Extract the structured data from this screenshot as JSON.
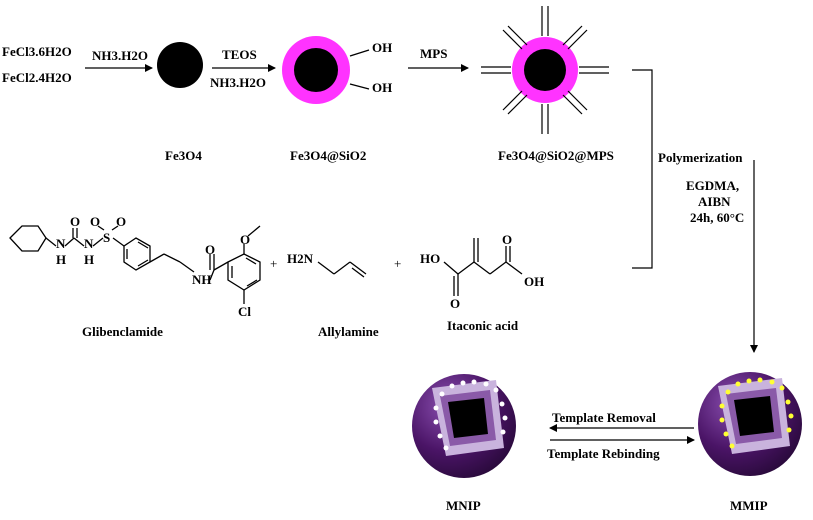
{
  "reagents": {
    "fecl3": "FeCl3.6H2O",
    "fecl2": "FeCl2.4H2O"
  },
  "arrows": {
    "step1": "NH3.H2O",
    "step2_top": "TEOS",
    "step2_bottom": "NH3.H2O",
    "step3": "MPS",
    "polymerization": "Polymerization",
    "cond1": "EGDMA,",
    "cond2": "AIBN",
    "cond3": "24h, 60°C",
    "removal": "Template Removal",
    "rebinding": "Template Rebinding"
  },
  "particles": {
    "fe3o4": "Fe3O4",
    "fe3o4_sio2": "Fe3O4@SiO2",
    "fe3o4_sio2_mps": "Fe3O4@SiO2@MPS",
    "oh1": "OH",
    "oh2": "OH",
    "mnip": "MNIP",
    "mmip": "MMIP"
  },
  "molecules": {
    "glibenclamide": "Glibenclamide",
    "allylamine": "Allylamine",
    "itaconic_acid": "Itaconic acid",
    "plus1": "+",
    "plus2": "+"
  },
  "atoms": {
    "n1": "N",
    "h1": "H",
    "o1": "O",
    "n2": "N",
    "h2": "H",
    "s": "S",
    "o2": "O",
    "o3": "O",
    "o4": "O",
    "nh": "NH",
    "o5": "O",
    "cl": "Cl",
    "h2n": "H2N",
    "ho": "HO",
    "o6": "O",
    "o7": "O",
    "oh": "OH"
  },
  "colors": {
    "magenta": "#ff33ff",
    "core": "#000000",
    "purple_dark": "#4a1466",
    "purple_mid": "#8a5aa8",
    "purple_light": "#c9b3dd",
    "template_dot": "#ffff33"
  }
}
